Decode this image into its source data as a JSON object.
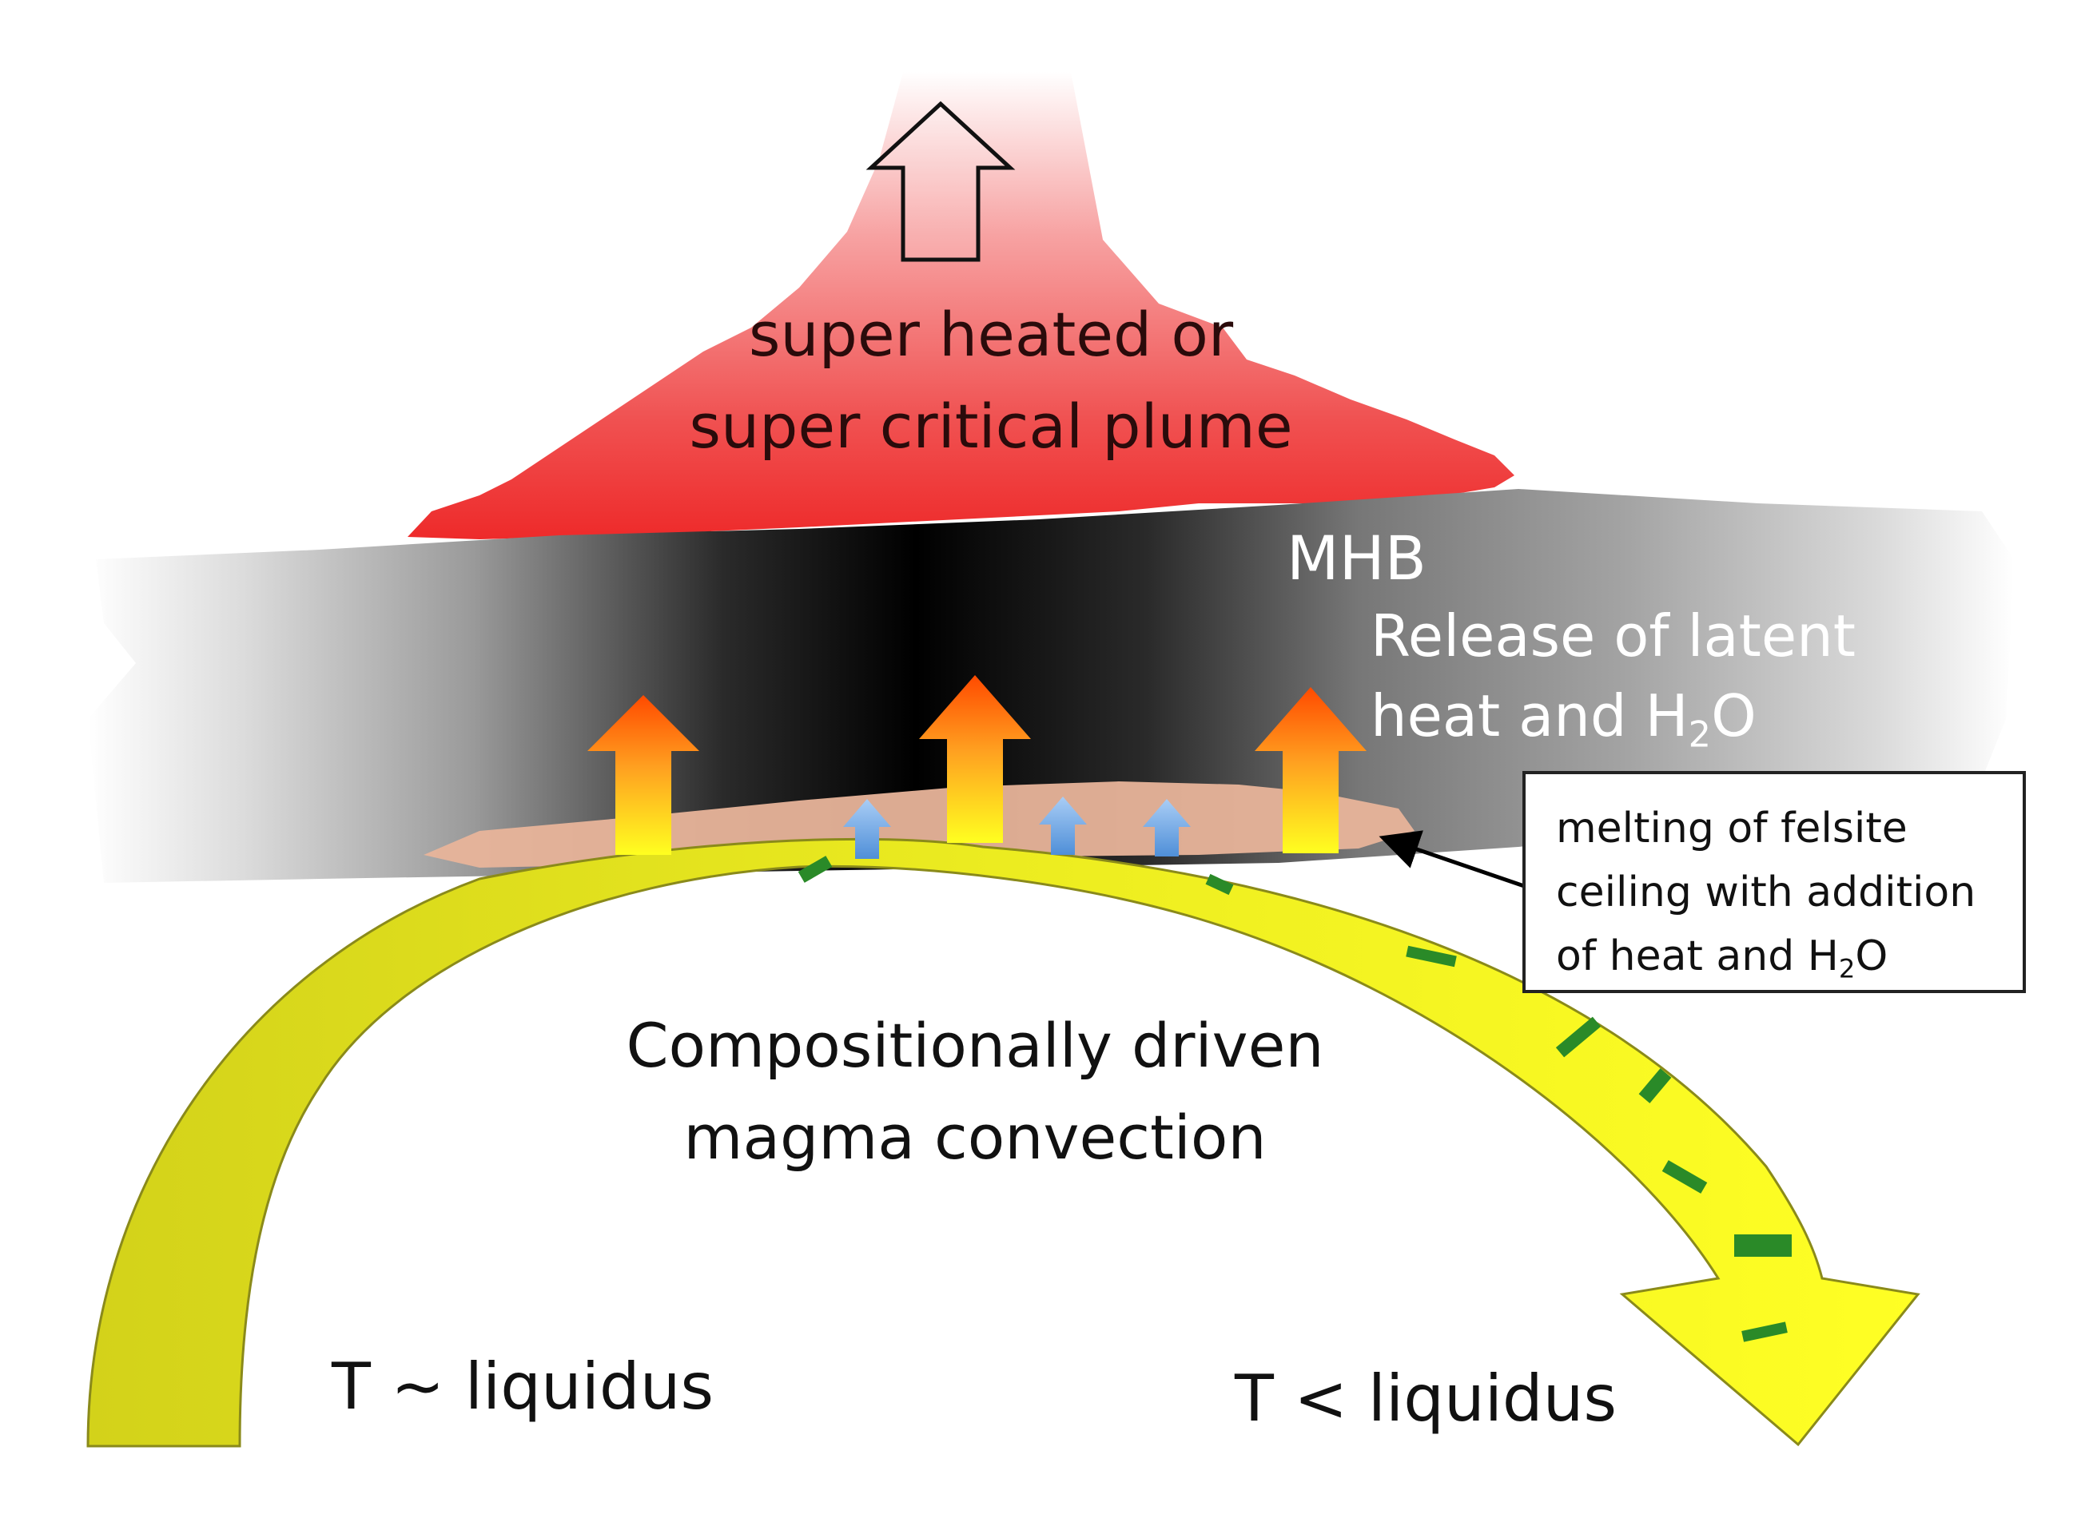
{
  "plume": {
    "line1": "super heated or",
    "line2": "super critical plume"
  },
  "mhb": {
    "label": "MHB",
    "release_line1": "Release of latent",
    "release_line2_prefix": "heat and H",
    "release_line2_sub": "2",
    "release_line2_suffix": "O"
  },
  "callout": {
    "line1": "melting of felsite",
    "line2": "ceiling with addition",
    "line3_prefix": "of heat and H",
    "line3_sub": "2",
    "line3_suffix": "O"
  },
  "convection": {
    "line1": "Compositionally driven",
    "line2": "magma convection"
  },
  "temps": {
    "left": "T ~ liquidus",
    "right": "T < liquidus"
  },
  "colors": {
    "plume": "#f23c3c",
    "mhb_dark": "#000000",
    "mhb_light": "#e8e8e8",
    "felsite": "#e8b49a",
    "convection_left": "#d9d81a",
    "convection_right": "#ffff22",
    "heat_arrow_top": "#ff4a00",
    "heat_arrow_bottom": "#ffff20",
    "water_arrow": "#6aa6e8",
    "crystals": "#2a8a28"
  }
}
